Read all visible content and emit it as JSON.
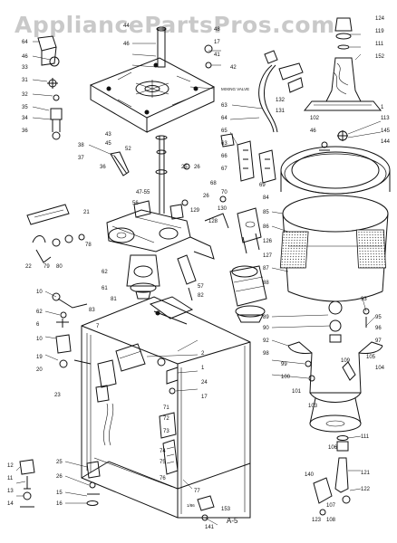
{
  "watermark": "AppliancePartsPros.com",
  "page_number": "A-5",
  "annotations": {
    "mixing_valve": "MIXING VALVE",
    "small_code": "1/86"
  },
  "callouts_top_left": [
    "64",
    "46",
    "33",
    "31",
    "32",
    "35",
    "34",
    "36",
    "38",
    "37",
    "36",
    "47-55",
    "56",
    "25",
    "26",
    "26"
  ],
  "callouts_top_mid": [
    "44",
    "46",
    "48",
    "17",
    "41",
    "42",
    "43",
    "45",
    "52",
    "63",
    "64",
    "65",
    "63",
    "66",
    "67",
    "68",
    "70",
    "69",
    "126",
    "127",
    "128",
    "129",
    "130",
    "131",
    "132"
  ],
  "callouts_top_right": [
    "124",
    "119",
    "111",
    "152",
    "1",
    "113",
    "145",
    "144",
    "102",
    "46",
    "84",
    "85",
    "86",
    "87",
    "88",
    "89",
    "90",
    "92",
    "93",
    "95",
    "96",
    "97",
    "98",
    "99",
    "100",
    "101",
    "103",
    "105",
    "109",
    "104",
    "106"
  ],
  "callouts_mid_left": [
    "21",
    "22",
    "79",
    "80",
    "78",
    "62",
    "61",
    "57",
    "82",
    "81",
    "83",
    "10",
    "62",
    "6",
    "7",
    "2",
    "1",
    "10",
    "19",
    "20",
    "23",
    "24",
    "25",
    "26"
  ],
  "callouts_bottom": [
    "12",
    "11",
    "13",
    "14",
    "15",
    "16",
    "17",
    "71",
    "72",
    "73",
    "74",
    "75",
    "76",
    "77",
    "111",
    "121",
    "122",
    "123",
    "140",
    "141",
    "153",
    "107",
    "108"
  ]
}
